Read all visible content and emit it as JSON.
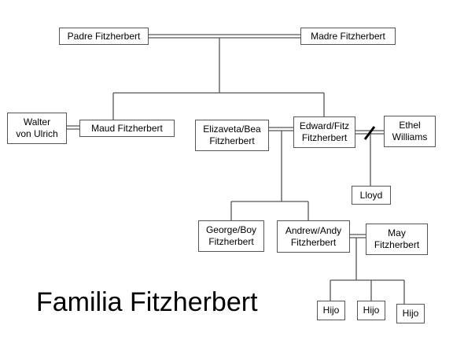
{
  "title": "Familia Fitzherbert",
  "colors": {
    "line": "#555555",
    "box_border": "#555555",
    "text": "#000000",
    "background": "#ffffff"
  },
  "people": {
    "padre": "Padre Fitzherbert",
    "madre": "Madre  Fitzherbert",
    "walter": "Walter\nvon Ulrich",
    "maud": "Maud   Fitzherbert",
    "elizaveta": "Elizaveta/Bea\nFitzherbert",
    "edward": "Edward/Fitz\nFitzherbert",
    "ethel": "Ethel\nWilliams",
    "lloyd": "Lloyd",
    "george": "George/Boy\nFitzherbert",
    "andrew": "Andrew/Andy\nFitzherbert",
    "may": "May\nFitzherbert",
    "hijo_1": "Hijo",
    "hijo_2": "Hijo",
    "hijo_3": "Hijo"
  }
}
